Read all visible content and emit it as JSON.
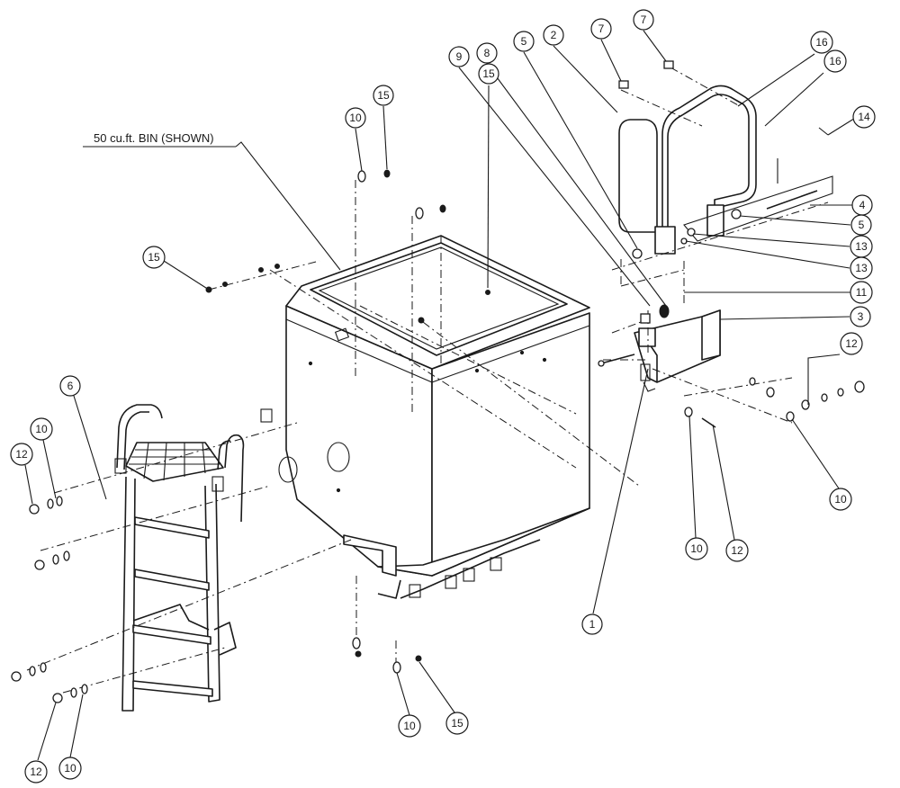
{
  "diagram": {
    "note": "50 cu.ft. BIN (SHOWN)",
    "balloons": [
      {
        "id": "b-15-top-a",
        "label": "15"
      },
      {
        "id": "b-10-top",
        "label": "10"
      },
      {
        "id": "b-15-top-b",
        "label": "15"
      },
      {
        "id": "b-9",
        "label": "9"
      },
      {
        "id": "b-8",
        "label": "8"
      },
      {
        "id": "b-5-top",
        "label": "5"
      },
      {
        "id": "b-2",
        "label": "2"
      },
      {
        "id": "b-7-a",
        "label": "7"
      },
      {
        "id": "b-7-b",
        "label": "7"
      },
      {
        "id": "b-16-a",
        "label": "16"
      },
      {
        "id": "b-16-b",
        "label": "16"
      },
      {
        "id": "b-14",
        "label": "14"
      },
      {
        "id": "b-4",
        "label": "4"
      },
      {
        "id": "b-5-right",
        "label": "5"
      },
      {
        "id": "b-13-a",
        "label": "13"
      },
      {
        "id": "b-13-b",
        "label": "13"
      },
      {
        "id": "b-11",
        "label": "11"
      },
      {
        "id": "b-3",
        "label": "3"
      },
      {
        "id": "b-12-right",
        "label": "12"
      },
      {
        "id": "b-10-right",
        "label": "10"
      },
      {
        "id": "b-10-mid",
        "label": "10"
      },
      {
        "id": "b-12-mid",
        "label": "12"
      },
      {
        "id": "b-1",
        "label": "1"
      },
      {
        "id": "b-15-left",
        "label": "15"
      },
      {
        "id": "b-6",
        "label": "6"
      },
      {
        "id": "b-10-left",
        "label": "10"
      },
      {
        "id": "b-12-left",
        "label": "12"
      },
      {
        "id": "b-10-bottom",
        "label": "10"
      },
      {
        "id": "b-15-bottom",
        "label": "15"
      },
      {
        "id": "b-12-bottom",
        "label": "12"
      },
      {
        "id": "b-10-bottom-left",
        "label": "10"
      }
    ]
  }
}
